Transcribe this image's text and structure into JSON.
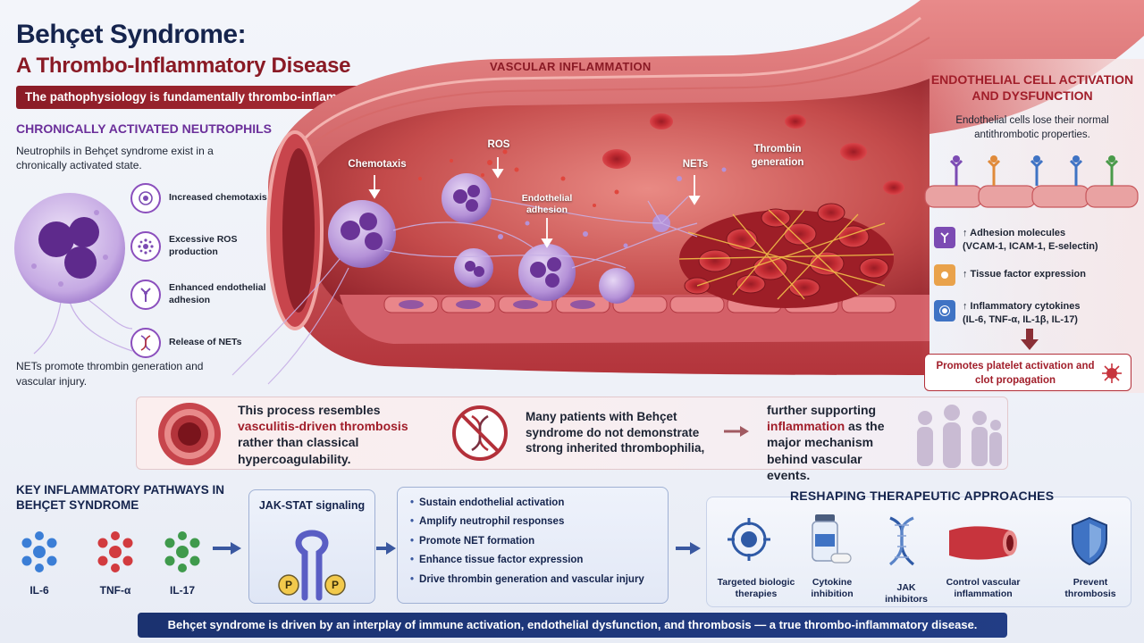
{
  "header": {
    "title": "Behçet Syndrome:",
    "subtitle": "A Thrombo-Inflammatory Disease",
    "banner": "The pathophysiology is fundamentally thrombo-inflammatory."
  },
  "neutrophils": {
    "heading": "CHRONICALLY ACTIVATED NEUTROPHILS",
    "intro": "Neutrophils in Behçet syndrome exist in a chronically activated state.",
    "items": [
      {
        "label": "Increased chemotaxis",
        "icon": "target-cell-icon"
      },
      {
        "label": "Excessive ROS production",
        "icon": "ros-burst-icon"
      },
      {
        "label": "Enhanced endothelial adhesion",
        "icon": "adhesion-molecule-icon"
      },
      {
        "label": "Release of NETs",
        "icon": "dna-strand-icon"
      }
    ],
    "outro": "NETs promote thrombin generation and vascular injury."
  },
  "vessel": {
    "title": "VASCULAR INFLAMMATION",
    "labels": {
      "chemotaxis": "Chemotaxis",
      "ros": "ROS",
      "adhesion": "Endothelial adhesion",
      "nets": "NETs",
      "thrombin": "Thrombin generation"
    }
  },
  "endothelial": {
    "heading": "ENDOTHELIAL CELL ACTIVATION AND DYSFUNCTION",
    "sub": "Endothelial cells lose their normal antithrombotic properties.",
    "items": [
      {
        "label": "↑ Adhesion molecules",
        "detail": "(VCAM-1, ICAM-1, E-selectin)"
      },
      {
        "label": "↑ Tissue factor expression",
        "detail": ""
      },
      {
        "label": "↑ Inflammatory cytokines",
        "detail": "(IL-6, TNF-α, IL-1β, IL-17)"
      }
    ],
    "result": "Promotes platelet activation and clot propagation"
  },
  "band": {
    "left_plain1": "This process resembles",
    "left_accent": "vasculitis-driven thrombosis",
    "left_plain2": "rather than classical hypercoagulability.",
    "middle": "Many patients with Behçet syndrome do not demonstrate strong inherited thrombophilia,",
    "right_plain1": "further supporting",
    "right_accent": "inflammation",
    "right_plain2": "as the major mechanism behind vascular events."
  },
  "pathways": {
    "heading": "KEY INFLAMMATORY PATHWAYS IN BEHÇET SYNDROME",
    "cytokines": [
      "IL-6",
      "TNF-α",
      "IL-17"
    ],
    "jak_title": "JAK-STAT signaling",
    "p_label": "P",
    "effects": [
      "Sustain endothelial activation",
      "Amplify neutrophil responses",
      "Promote NET formation",
      "Enhance tissue factor expression",
      "Drive thrombin generation and vascular injury"
    ]
  },
  "therapy": {
    "heading": "RESHAPING THERAPEUTIC APPROACHES",
    "items": [
      "Targeted biologic therapies",
      "Cytokine inhibition",
      "JAK inhibitors",
      "Control vascular inflammation",
      "Prevent thrombosis"
    ]
  },
  "footer": "Behçet syndrome is driven by an interplay of immune activation, endothelial dysfunction, and thrombosis — a true thrombo-inflammatory disease.",
  "colors": {
    "navy": "#15244d",
    "crimson": "#8a1a25",
    "purple": "#6b2f9a",
    "vessel_red": "#b8323a"
  }
}
